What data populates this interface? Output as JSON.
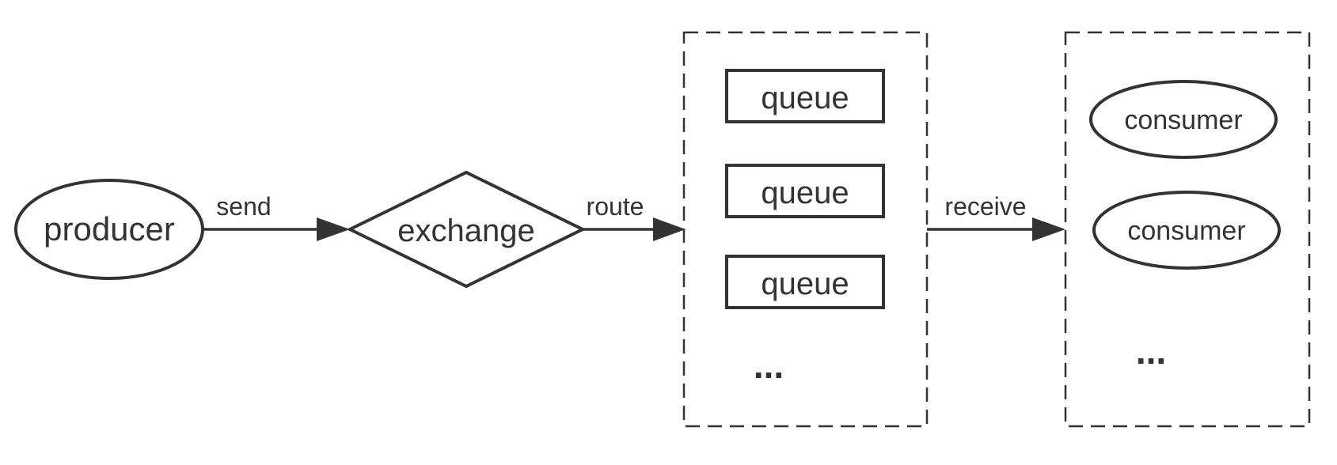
{
  "nodes": {
    "producer": "producer",
    "exchange": "exchange",
    "queues": [
      "queue",
      "queue",
      "queue"
    ],
    "queue_more": "...",
    "consumers": [
      "consumer",
      "consumer"
    ],
    "consumer_more": "..."
  },
  "edges": {
    "send": "send",
    "route": "route",
    "receive": "receive"
  },
  "colors": {
    "stroke": "#333333",
    "background": "#ffffff"
  }
}
